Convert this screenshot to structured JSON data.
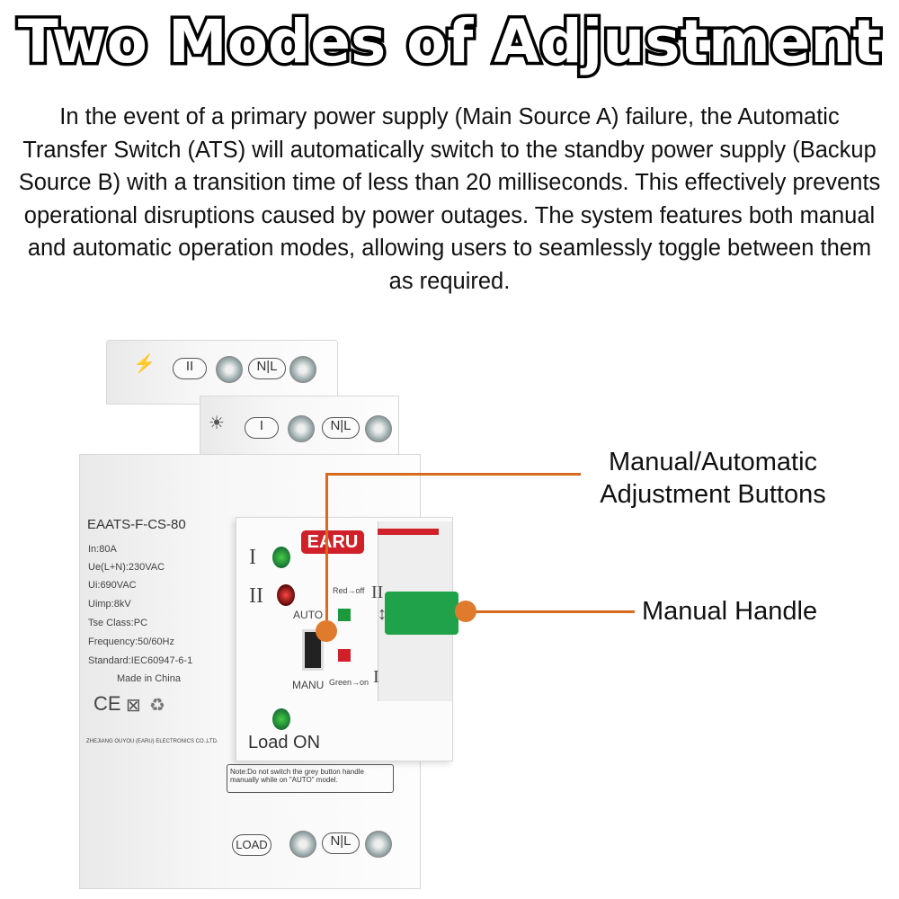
{
  "title": "Two Modes of Adjustment",
  "description": "In the event of a primary power supply (Main Source A) failure, the Automatic Transfer Switch (ATS) will automatically switch to the standby power supply (Backup Source B) with a transition time of less than 20 milliseconds. This effectively prevents operational disruptions caused by power outages. The system features both manual and automatic operation modes, allowing users to seamlessly toggle between them as required.",
  "callouts": {
    "buttons_line1": "Manual/Automatic",
    "buttons_line2": "Adjustment Buttons",
    "handle": "Manual Handle"
  },
  "device": {
    "brand": "EARU",
    "model": "EAATS-F-CS-80",
    "specs": [
      "In:80A",
      "Ue(L+N):230VAC",
      "Ui:690VAC",
      "Uimp:8kV",
      "Tse Class:PC",
      "Frequency:50/60Hz",
      "Standard:IEC60947-6-1"
    ],
    "made_in": "Made in China",
    "manufacturer": "ZHEJIANG OUYOU (EARU) ELECTRONICS CO.,LTD.",
    "source_two": "II",
    "source_one": "I",
    "terminal_nl": "N|L",
    "auto_label": "AUTO",
    "manu_label": "MANU",
    "red_off": "Red→off",
    "green_on": "Green→on",
    "load_on": "Load ON",
    "load_terminal": "LOAD",
    "note": "Note:Do not switch the grey button handle manually while on \"AUTO\" model.",
    "cert_ce": "CE"
  },
  "colors": {
    "callout": "#d86a1f",
    "brand_red": "#d0202a",
    "handle_green": "#1fa24a"
  }
}
